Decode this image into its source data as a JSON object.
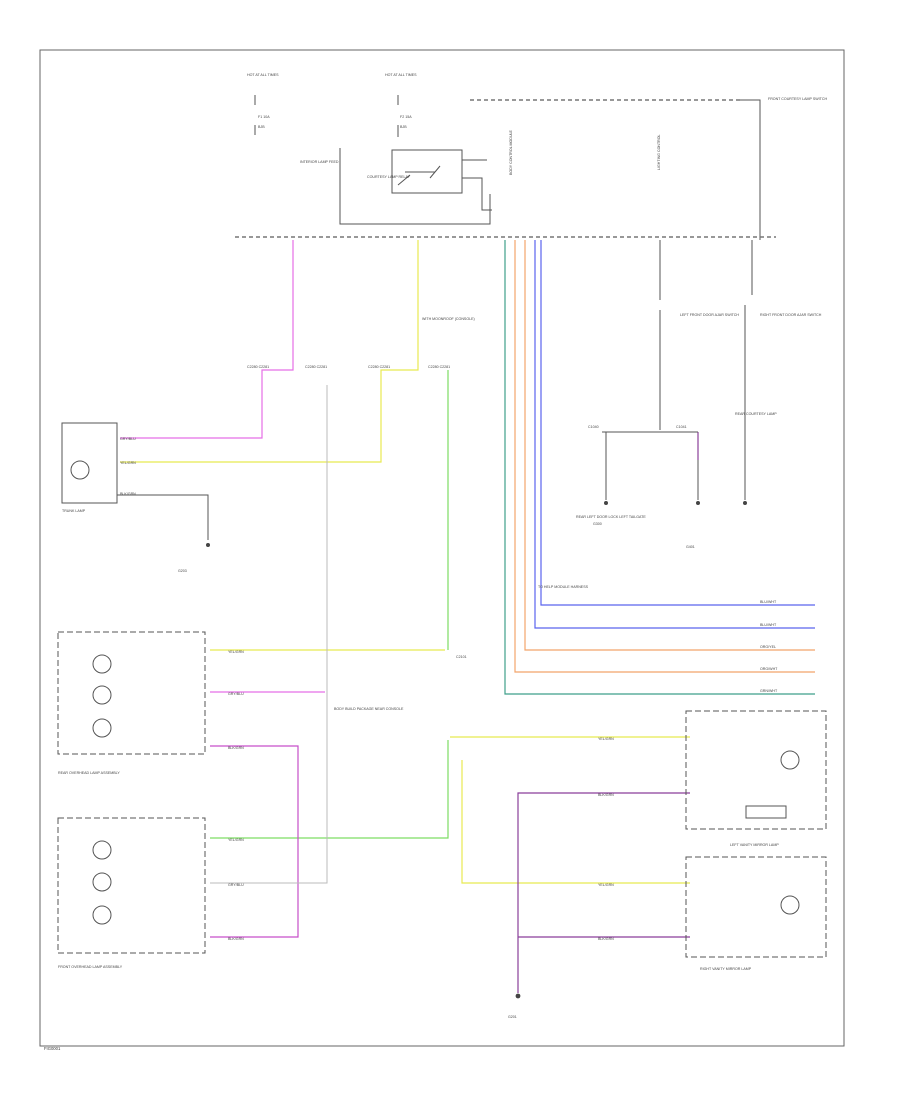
{
  "footer": {
    "code": "FIG0001"
  },
  "colors": {
    "pink": "#e56fe6",
    "yellow": "#e8ea52",
    "green": "#7ddd63",
    "blue": "#5b63ee",
    "orange": "#f2a56b",
    "teal": "#3f9f8a",
    "purple": "#8a3f9a",
    "frame": "#666666"
  },
  "top": {
    "fuse_left": {
      "title": "HOT AT ALL TIMES",
      "fuse": "F1 10A",
      "box": "BJB"
    },
    "fuse_mid": {
      "title": "HOT AT ALL TIMES",
      "fuse": "F2 15A",
      "box": "BJB"
    },
    "relay": {
      "label": "COURTESY LAMP RELAY",
      "side_label": "INTERIOR LAMP FEED"
    },
    "right_top_note": "FRONT COURTESY LAMP SWITCH",
    "module_left": "BODY CONTROL MODULE",
    "module_right": "LIGHTING CONTROL"
  },
  "mid": {
    "splice_labels": [
      "C2280 C2281",
      "C2280 C2281",
      "C2280 C2281",
      "C2280 C2281"
    ],
    "note_yellow": "WITH MOONROOF (CONSOLE)",
    "left_door_switch": "LEFT FRONT DOOR AJAR SWITCH",
    "right_door_switch": "RIGHT FRONT DOOR AJAR SWITCH",
    "door_switch_left_label": "C1040",
    "door_switch_right_label": "C1041",
    "g1": "G203",
    "g2": "G300",
    "g3": "G401",
    "center_note": "REAR LEFT DOOR LOCK LEFT TAILGATE",
    "right_note": "REAR COURTESY LAMP"
  },
  "lamps": {
    "trunk": {
      "label": "TRUNK LAMP",
      "w1": "GRY/BLU",
      "w2": "YEL/GRN",
      "w3": "BLK/GRN"
    },
    "rear_overhead": {
      "label": "REAR OVERHEAD LAMP ASSEMBLY",
      "w1": "YEL/GRN",
      "w2": "GRY/BLU",
      "w3": "BLK/GRN"
    },
    "front_overhead": {
      "label": "FRONT OVERHEAD LAMP ASSEMBLY",
      "w1": "YEL/GRN",
      "w2": "GRY/BLU",
      "w3": "BLK/GRN"
    },
    "left_vanity": {
      "label": "LEFT VANITY MIRROR LAMP",
      "w1": "YEL/GRN",
      "w2": "BLK/GRN"
    },
    "right_vanity": {
      "label": "RIGHT VANITY MIRROR LAMP",
      "w1": "YEL/GRN",
      "w2": "BLK/GRN"
    }
  },
  "harness": {
    "title": "TO HELP MODULE HARNESS",
    "wires": [
      "BLU/WHT",
      "BLU/WHT",
      "ORG/YEL",
      "ORG/WHT",
      "GRN/WHT"
    ]
  },
  "bottom": {
    "ground_label": "G201",
    "left_note": "BODY BUILD PACKAGE NEAR CONSOLE",
    "mid_note": "C2101"
  }
}
